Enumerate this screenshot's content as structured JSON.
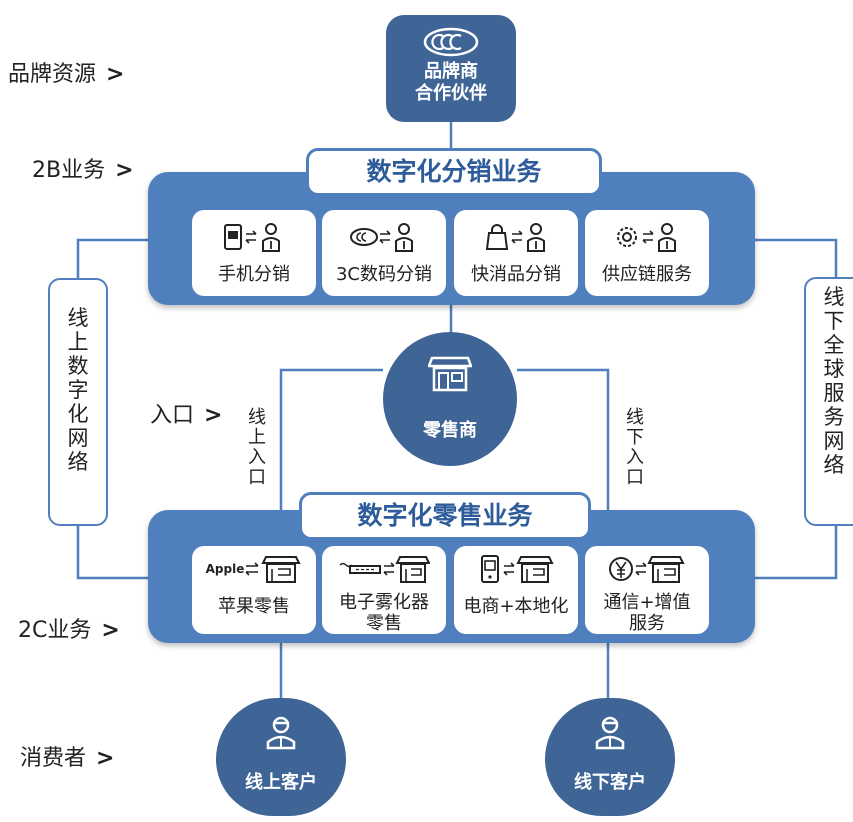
{
  "row_labels": {
    "brand_resources": "品牌资源",
    "b2b": "2B业务",
    "entrance": "入口",
    "c2c": "2C业务",
    "consumers": "消费者",
    "arrow": ">"
  },
  "brand_partner": {
    "line1": "品牌商",
    "line2": "合作伙伴",
    "icon": "ccc-logo-icon"
  },
  "b2b_panel": {
    "title": "数字化分销业务",
    "cards": [
      {
        "label": "手机分销",
        "icon": "phone-icon"
      },
      {
        "label": "3C数码分销",
        "icon": "ccc-logo-icon"
      },
      {
        "label": "快消品分销",
        "icon": "shopping-bag-icon"
      },
      {
        "label": "供应链服务",
        "icon": "gear-icon"
      }
    ]
  },
  "side_left": "线上数字化网络",
  "side_right": "线下全球服务网络",
  "retailer": {
    "label": "零售商",
    "icon": "store-icon"
  },
  "channels": {
    "online": "线上入口",
    "offline": "线下入口"
  },
  "c2c_panel": {
    "title": "数字化零售业务",
    "cards": [
      {
        "line1": "苹果零售",
        "line2": "",
        "icon_text": "Apple"
      },
      {
        "line1": "电子雾化器",
        "line2": "零售",
        "icon": "vape-icon"
      },
      {
        "line1": "电商+本地化",
        "line2": "",
        "icon": "mobile-shop-icon"
      },
      {
        "line1": "通信+增值",
        "line2": "服务",
        "icon": "yen-icon"
      }
    ]
  },
  "customers": {
    "online": "线上客户",
    "offline": "线下客户",
    "icon": "person-icon"
  },
  "colors": {
    "panel": "#4f7fbd",
    "dark": "#3f6597",
    "title_text": "#2e5c9a"
  }
}
